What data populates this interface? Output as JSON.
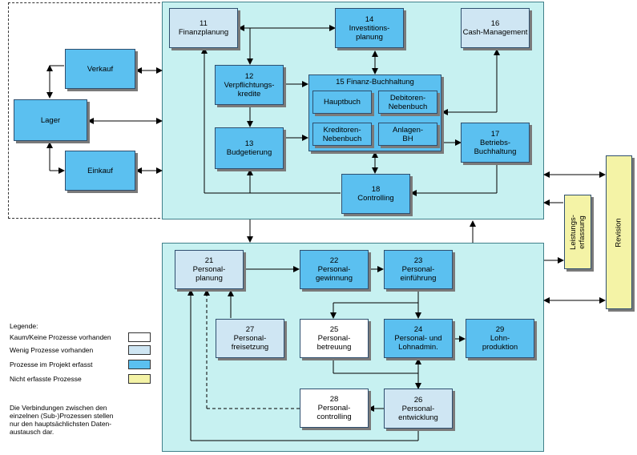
{
  "boxes": {
    "b11": "11\nFinanzplanung",
    "b14": "14\nInvestitions-\nplanung",
    "b16": "16\nCash-Management",
    "b12": "12\nVerpflichtungs-\nkredite",
    "b15": "15 Finanz-Buchhaltung",
    "b15a": "Hauptbuch",
    "b15b": "Debitoren-\nNebenbuch",
    "b15c": "Kreditoren-\nNebenbuch",
    "b15d": "Anlagen-\nBH",
    "b13": "13\nBudgetierung",
    "b17": "17\nBetriebs-\nBuchhaltung",
    "b18": "18\nControlling",
    "verkauf": "Verkauf",
    "lager": "Lager",
    "einkauf": "Einkauf",
    "b21": "21\nPersonal-\nplanung",
    "b22": "22\nPersonal-\ngewinnung",
    "b23": "23\nPersonal-\neinführung",
    "b27": "27\nPersonal-\nfreisetzung",
    "b25": "25\nPersonal-\nbetreuung",
    "b24": "24\nPersonal- und\nLohnadmin.",
    "b29": "29\nLohn-\nproduktion",
    "b28": "28\nPersonal-\ncontrolling",
    "b26": "26\nPersonal-\nentwicklung",
    "leistung": "Leistungs-\nerfassung",
    "revision": "Revision"
  },
  "legend": {
    "title": "Legende:",
    "items": [
      {
        "label": "Kaum/Keine Prozesse vorhanden",
        "color": "#ffffff"
      },
      {
        "label": "Wenig Prozesse vorhanden",
        "color": "#cfe6f3"
      },
      {
        "label": "Prozesse im Projekt erfasst",
        "color": "#5bc0f0"
      },
      {
        "label": "Nicht erfasste Prozesse",
        "color": "#f4f3a6"
      }
    ],
    "note": "Die Verbindungen zwischen den\neinzelnen (Sub-)Prozessen stellen\nnur den hauptsächlichsten Daten-\naustausch dar."
  }
}
